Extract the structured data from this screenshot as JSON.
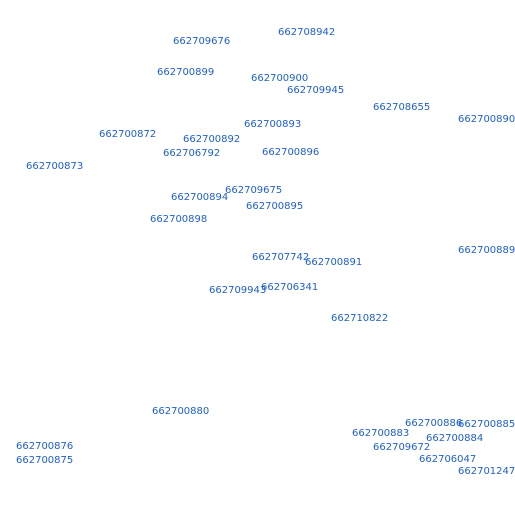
{
  "style": {
    "label_color": "#1f5fcf",
    "background": "#ffffff"
  },
  "labels": [
    "662709676",
    "662708942",
    "662700899",
    "662700900",
    "662709945",
    "662708655",
    "662700890",
    "662700893",
    "662700872",
    "662700892",
    "662706792",
    "662700896",
    "662700873",
    "662709675",
    "662700894",
    "662700895",
    "662700898",
    "662700889",
    "662707742",
    "662700891",
    "662709943",
    "662706341",
    "662710822",
    "662700880",
    "662700886",
    "662700885",
    "662700883",
    "662700884",
    "662700876",
    "662709672",
    "662700875",
    "662706047",
    "662701247"
  ]
}
